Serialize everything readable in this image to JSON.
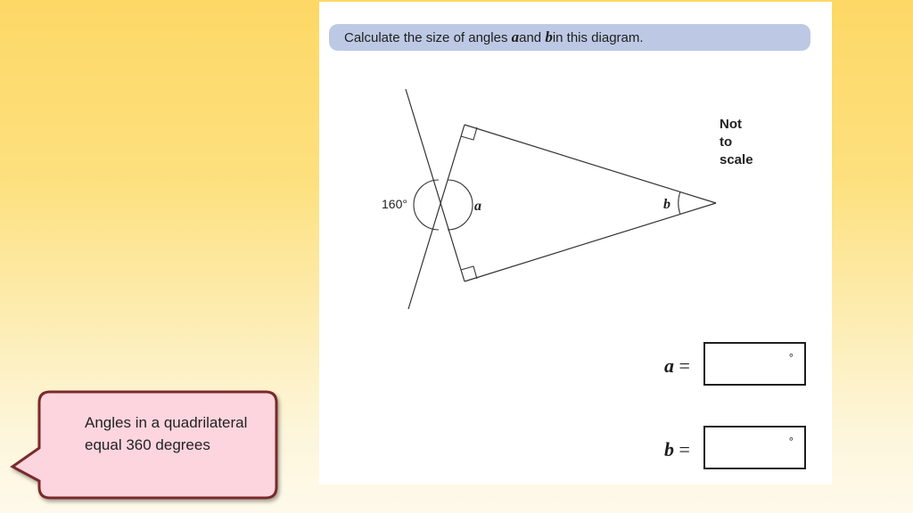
{
  "question": {
    "prefix": "Calculate the size of angles ",
    "var_a": "a",
    "middle": " and ",
    "var_b": "b",
    "suffix": " in this diagram."
  },
  "diagram": {
    "angle_160": "160°",
    "label_a": "a",
    "label_b": "b",
    "scale_note": [
      "Not",
      "to",
      "scale"
    ]
  },
  "answers": {
    "a_label": "a",
    "b_label": "b",
    "equals": " =",
    "degree_symbol": "°"
  },
  "callout": {
    "text": "Angles in a quadrilateral equal 360 degrees"
  },
  "colors": {
    "question_bar": "#bdc9e4",
    "callout_fill": "#fcd5de",
    "callout_border": "#7a2a2a"
  }
}
